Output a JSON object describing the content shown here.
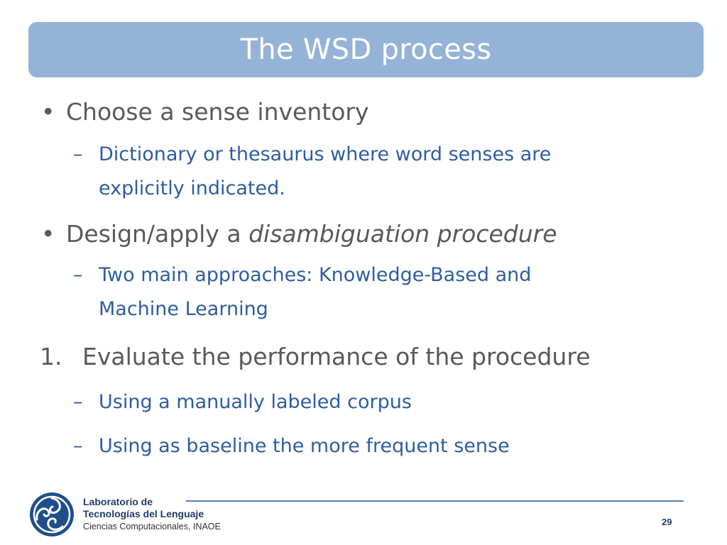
{
  "slide": {
    "title": "The WSD process",
    "items": [
      {
        "marker": "•",
        "text": "Choose a sense inventory"
      },
      {
        "marker": "–",
        "line1": "Dictionary or thesaurus where word senses are",
        "line2": "explicitly indicated."
      },
      {
        "marker": "•",
        "text_plain": "Design/apply a ",
        "text_italic": "disambiguation procedure"
      },
      {
        "marker": "–",
        "line1": "Two main approaches: Knowledge-Based and",
        "line2": "Machine Learning"
      },
      {
        "marker": "1.",
        "text": "Evaluate the performance of the procedure"
      },
      {
        "marker": "–",
        "text": "Using a manually labeled corpus"
      },
      {
        "marker": "–",
        "text": "Using as baseline the more frequent sense"
      }
    ]
  },
  "footer": {
    "org_line1": "Laboratorio de",
    "org_line2": "Tecnologías del Lenguaje",
    "org_line3": "Ciencias Computacionales, INAOE",
    "page_number": "29",
    "logo_icon": "ltl-spiral-logo-icon"
  },
  "colors": {
    "title_bar": "#95b3d7",
    "level1_text": "#595959",
    "level2_text": "#2e5d9f",
    "rule": "#4f81bd"
  }
}
